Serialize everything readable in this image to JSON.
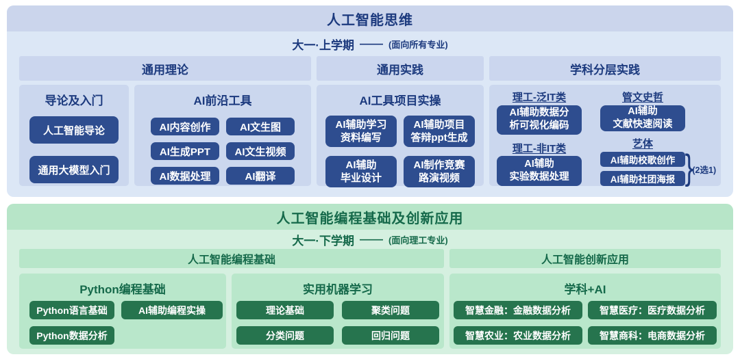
{
  "colors": {
    "top_section_bg": "#dce7f6",
    "top_bar_bg": "#cbd5ec",
    "top_panel_bg": "#cbd7ee",
    "top_button_navy": "#2e4d8f",
    "top_text_navy": "#1c3a7e",
    "bottom_section_bg": "#d5f0e0",
    "bottom_bar_bg": "#b7e5c8",
    "bottom_panel_bg": "#b9e7cb",
    "bottom_button_green": "#26744e",
    "bottom_text_green": "#15694a"
  },
  "top": {
    "title": "人工智能思维",
    "semester": "大一·上学期",
    "dash": "——",
    "audience": "(面向所有专业)",
    "col_headers": [
      "通用理论",
      "通用实践",
      "学科分层实践"
    ],
    "intro": {
      "title": "导论及入门",
      "buttons": [
        "人工智能导论",
        "通用大模型入门"
      ]
    },
    "tools": {
      "title": "AI前沿工具",
      "buttons": [
        "AI内容创作",
        "AI文生图",
        "AI生成PPT",
        "AI文生视频",
        "AI数据处理",
        "AI翻译"
      ]
    },
    "practice": {
      "title": "AI工具项目实操",
      "buttons": [
        "AI辅助学习\n资料编写",
        "AI辅助项目\n答辩ppt生成",
        "AI辅助\n毕业设计",
        "AI制作竞赛\n路演视频"
      ]
    },
    "subject": {
      "groups": [
        {
          "label": "理工-泛IT类",
          "button": "AI辅助数据分\n析可视化编码"
        },
        {
          "label": "管文史哲",
          "button": "AI辅助\n文献快速阅读"
        },
        {
          "label": "理工-非IT类",
          "button": "AI辅助\n实验数据处理"
        },
        {
          "label": "艺体",
          "buttons": [
            "AI辅助校歌创作",
            "AI辅助社团海报"
          ],
          "brace": "}",
          "note": "(2选1)"
        }
      ]
    }
  },
  "bottom": {
    "title": "人工智能编程基础及创新应用",
    "semester": "大一·下学期",
    "dash": "——",
    "audience": "(面向理工专业)",
    "col_headers": [
      "人工智能编程基础",
      "人工智能创新应用"
    ],
    "python": {
      "title": "Python编程基础",
      "buttons": [
        "Python语言基础",
        "AI辅助编程实操",
        "Python数据分析"
      ]
    },
    "ml": {
      "title": "实用机器学习",
      "buttons": [
        "理论基础",
        "聚类问题",
        "分类问题",
        "回归问题"
      ]
    },
    "subject_ai": {
      "title": "学科+AI",
      "buttons": [
        "智慧金融：金融数据分析",
        "智慧医疗：医疗数据分析",
        "智慧农业：农业数据分析",
        "智慧商科：电商数据分析"
      ]
    }
  }
}
